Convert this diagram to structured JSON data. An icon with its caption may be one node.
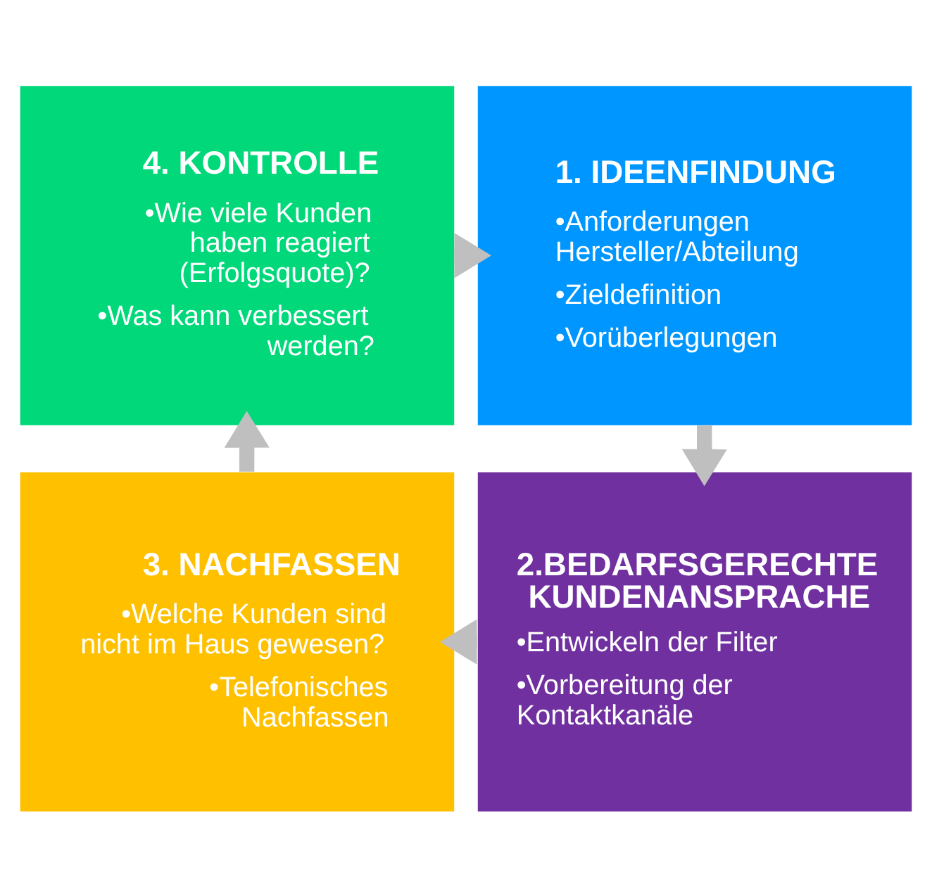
{
  "diagram": {
    "nodes": [
      {
        "text": [
          "4. KONTROLLE",
          "•Wie viele Kunden haben reagiert (Erfolgsquote)?",
          "•Was kann verbessert werden?"
        ]
      },
      {
        "text": [
          "1. IDEENFINDUNG",
          "•Anforderungen Hersteller/Abteilung",
          "•Zieldefinition",
          "•Vorüberlegungen"
        ]
      },
      {
        "text": [
          "3. NACHFASSEN",
          "•Welche Kunden sind nicht im Haus gewesen?",
          "•Telefonisches Nachfassen"
        ]
      },
      {
        "text": [
          "2.BEDARFSGERECHTE KUNDENANSPRACHE",
          "•Entwickeln der Filter",
          "•Vorbereitung der Kontaktkanäle"
        ]
      }
    ],
    "edges": [
      {
        "from": 0,
        "to": 1,
        "arrow": "to"
      },
      {
        "from": 1,
        "to": 3,
        "arrow": "to"
      },
      {
        "from": 3,
        "to": 2,
        "arrow": "to"
      },
      {
        "from": 2,
        "to": 0,
        "arrow": "to"
      }
    ]
  }
}
